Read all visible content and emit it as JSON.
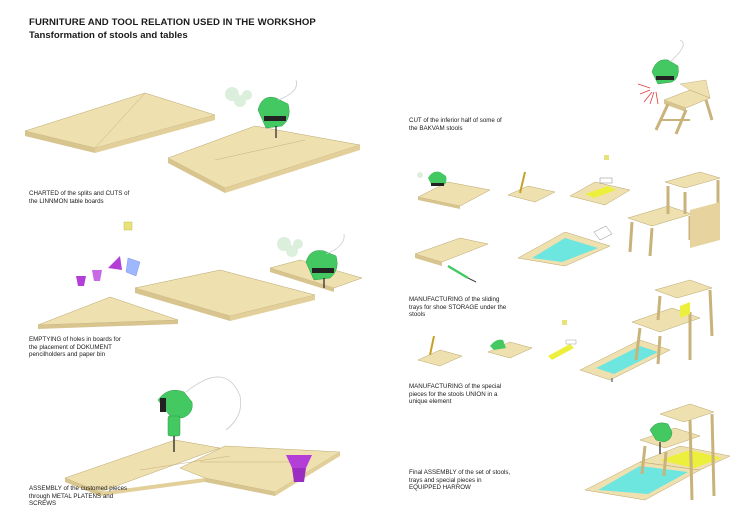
{
  "header": {
    "title": "FURNITURE AND TOOL RELATION USED IN THE WORKSHOP",
    "subtitle": "Tansformation of stools and tables"
  },
  "captions": {
    "charted": [
      "CHARTED of the splits and CUTS  of",
      "the LINNMON table boards"
    ],
    "emptying": [
      "EMPTYING of holes in boards for",
      "the placement of DOKUMENT",
      "pencilholders and paper bin"
    ],
    "assembly": [
      "ASSEMBLY of the customed pieces",
      "through METAL PLATENS and",
      "SCREWS"
    ],
    "cut": [
      "CUT of the inferior half of some of",
      "the BAKVAM stools"
    ],
    "sliding": [
      "MANUFACTURING of the sliding",
      "trays for shoe STORAGE under the",
      "stools"
    ],
    "special": [
      "MANUFACTURING of the special",
      "pieces for the stools UNION in a",
      "unique element"
    ],
    "final": [
      "Final ASSEMBLY of the set of stools,",
      "trays and special pieces in",
      "EQUIPPED HARROW"
    ]
  },
  "colors": {
    "wood_top": "#efe0b0",
    "wood_edge": "#d8c48e",
    "wood_line": "#b9a66c",
    "tool_green": "#44c962",
    "tool_dark": "#222222",
    "violet": "#b43fd8",
    "cyan": "#6de6e0",
    "yellow": "#ecef3c",
    "red_spark": "#e43c3c",
    "smoke": "#dcefdc"
  },
  "icons": [
    "jigsaw-icon",
    "drill-icon",
    "screwdriver-icon",
    "pen-icon",
    "glue-tube-icon",
    "smoke-puff-icon"
  ]
}
